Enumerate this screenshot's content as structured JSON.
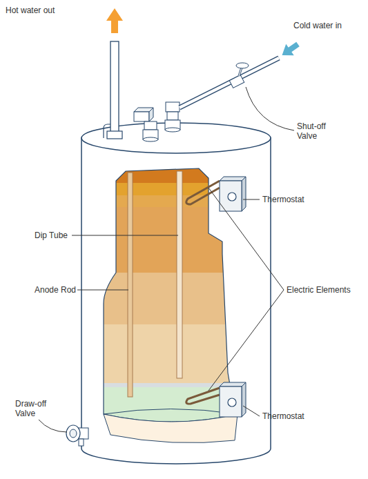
{
  "diagram": {
    "labels": [
      "Hot water out",
      "Cold water in",
      "Shut-off Valve",
      "Thermostat",
      "Dip Tube",
      "Anode Rod",
      "Electric Elements",
      "Draw-off Valve",
      "Thermostat"
    ]
  }
}
